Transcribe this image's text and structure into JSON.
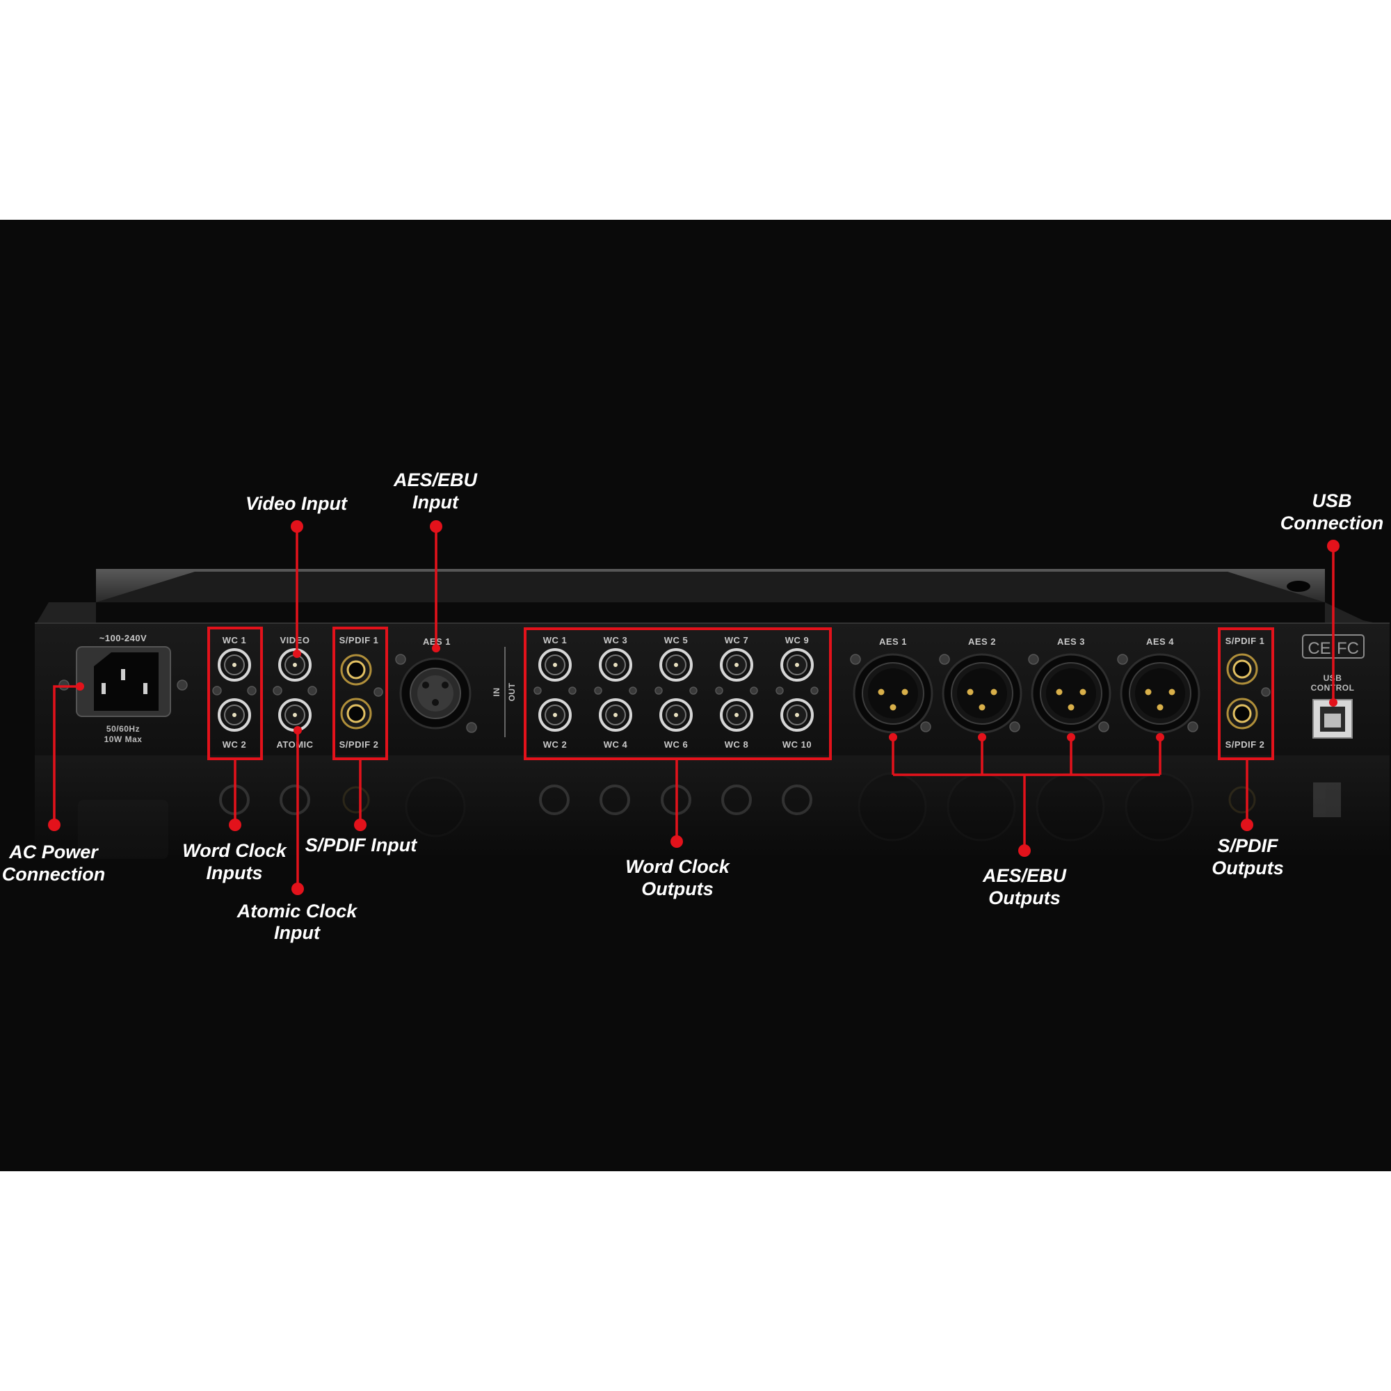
{
  "callouts": {
    "video_input": "Video Input",
    "aes_ebu_input_1": "AES/EBU",
    "aes_ebu_input_2": "Input",
    "usb_connection_1": "USB",
    "usb_connection_2": "Connection",
    "ac_power_1": "AC Power",
    "ac_power_2": "Connection",
    "word_clock_inputs_1": "Word Clock",
    "word_clock_inputs_2": "Inputs",
    "spdif_input": "S/PDIF Input",
    "atomic_clock_1": "Atomic Clock",
    "atomic_clock_2": "Input",
    "word_clock_outputs_1": "Word Clock",
    "word_clock_outputs_2": "Outputs",
    "aes_ebu_outputs_1": "AES/EBU",
    "aes_ebu_outputs_2": "Outputs",
    "spdif_outputs_1": "S/PDIF",
    "spdif_outputs_2": "Outputs"
  },
  "panel": {
    "voltage": "~100-240V",
    "freq": "50/60Hz",
    "power": "10W Max",
    "wc1": "WC 1",
    "wc2": "WC 2",
    "video": "VIDEO",
    "atomic": "ATOMIC",
    "spdif1": "S/PDIF 1",
    "spdif2": "S/PDIF 2",
    "aes1": "AES 1",
    "in": "IN",
    "out": "OUT",
    "out_wc_top": [
      "WC 1",
      "WC 3",
      "WC 5",
      "WC 7",
      "WC 9"
    ],
    "out_wc_bottom": [
      "WC 2",
      "WC 4",
      "WC 6",
      "WC 8",
      "WC 10"
    ],
    "aes_out": [
      "AES 1",
      "AES 2",
      "AES 3",
      "AES 4"
    ],
    "out_spdif1": "S/PDIF 1",
    "out_spdif2": "S/PDIF 2",
    "usb_1": "USB",
    "usb_2": "CONTROL",
    "cert_ce": "CE",
    "cert_fc": "FC"
  },
  "colors": {
    "accent": "#e3121b",
    "background_band": "#0a0a0a",
    "chassis": "#141414"
  }
}
